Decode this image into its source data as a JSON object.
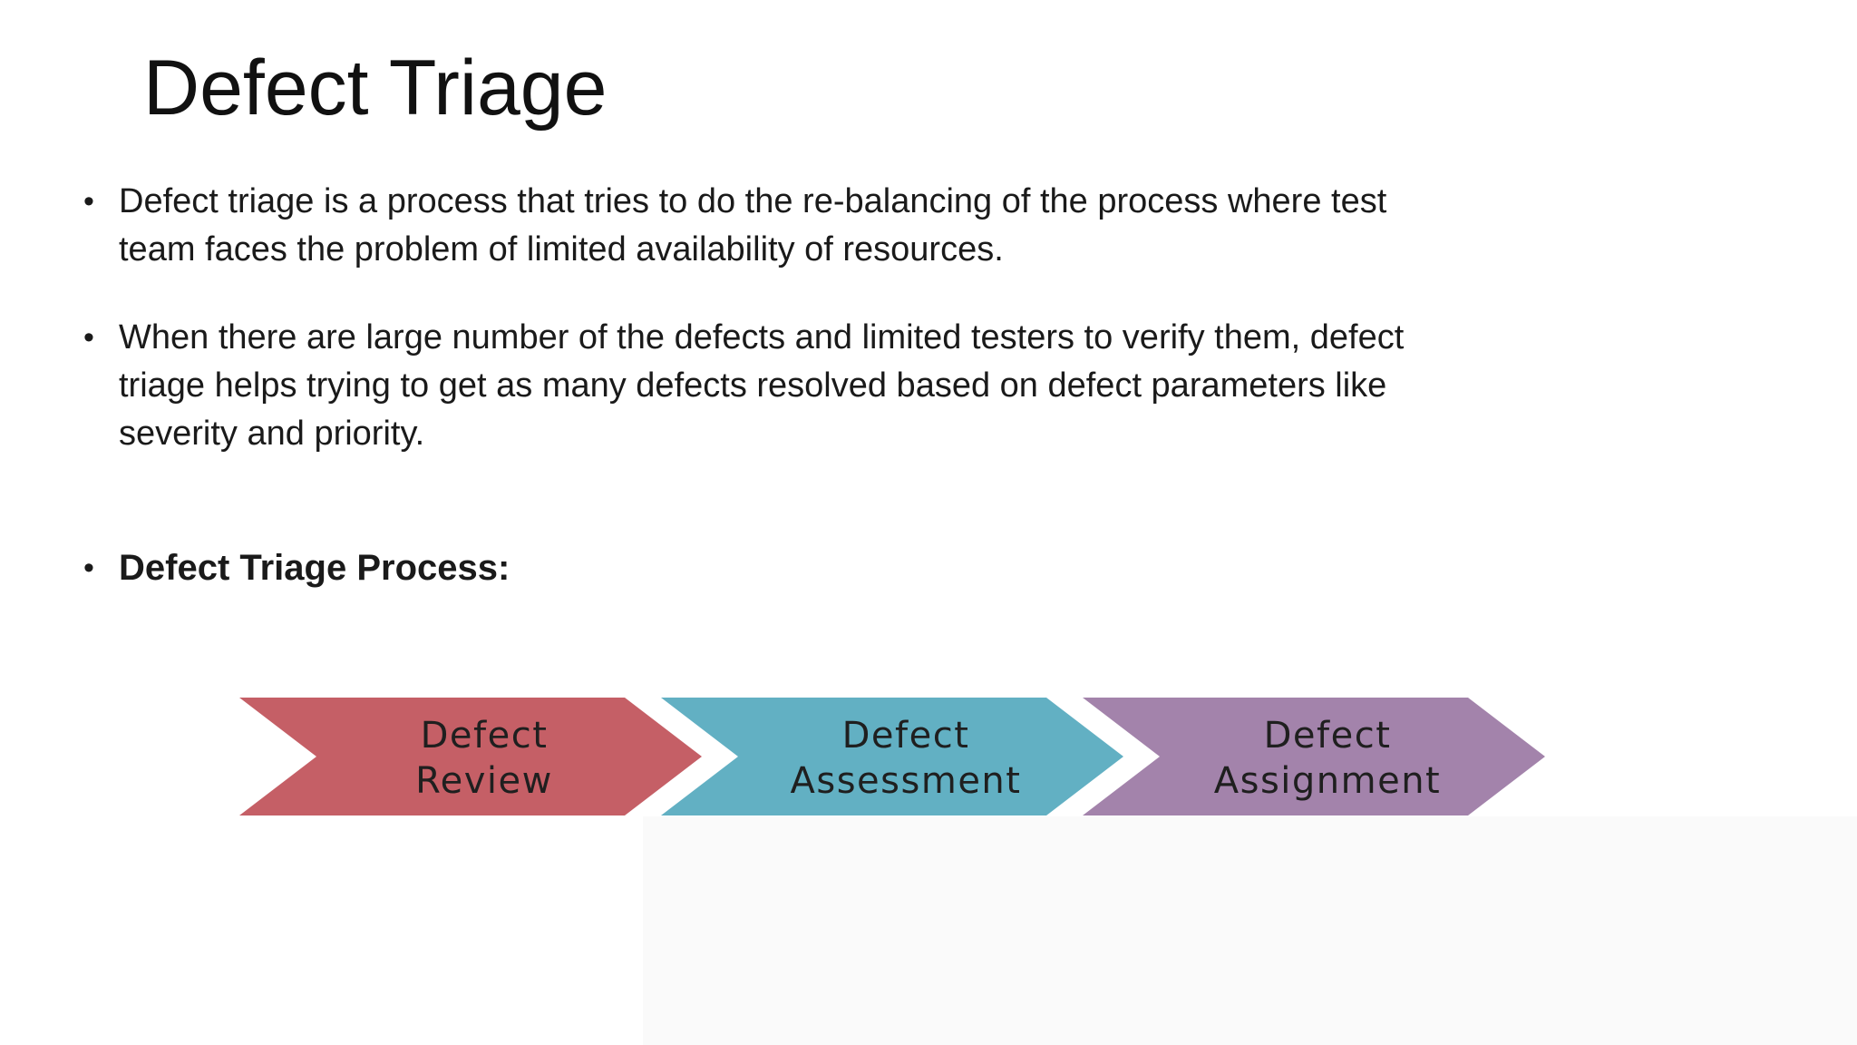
{
  "slide": {
    "title": "Defect Triage",
    "bullet_glyph": "•",
    "bullets": {
      "b1": {
        "lines": [
          "Defect triage is a process that tries to do the re-balancing of the process where test",
          "team faces the problem of limited availability of resources."
        ]
      },
      "b2": {
        "lines": [
          "When there are large number of the defects and limited testers to verify them, defect",
          "triage helps trying to get as many defects resolved based on defect parameters like",
          "severity and priority."
        ]
      },
      "b3": {
        "label": "Defect Triage Process:"
      }
    }
  },
  "diagram": {
    "text_color": "#1f1f1f",
    "steps": [
      {
        "line1": "Defect",
        "line2": "Review",
        "color": "#C55F66"
      },
      {
        "line1": "Defect",
        "line2": "Assessment",
        "color": "#62B0C3"
      },
      {
        "line1": "Defect",
        "line2": "Assignment",
        "color": "#A383AB"
      }
    ]
  },
  "colors": {
    "background": "#ffffff",
    "title_text": "#111111",
    "body_text": "#1a1a1a",
    "step_review": "#C55F66",
    "step_assessment": "#62B0C3",
    "step_assignment": "#A383AB"
  }
}
